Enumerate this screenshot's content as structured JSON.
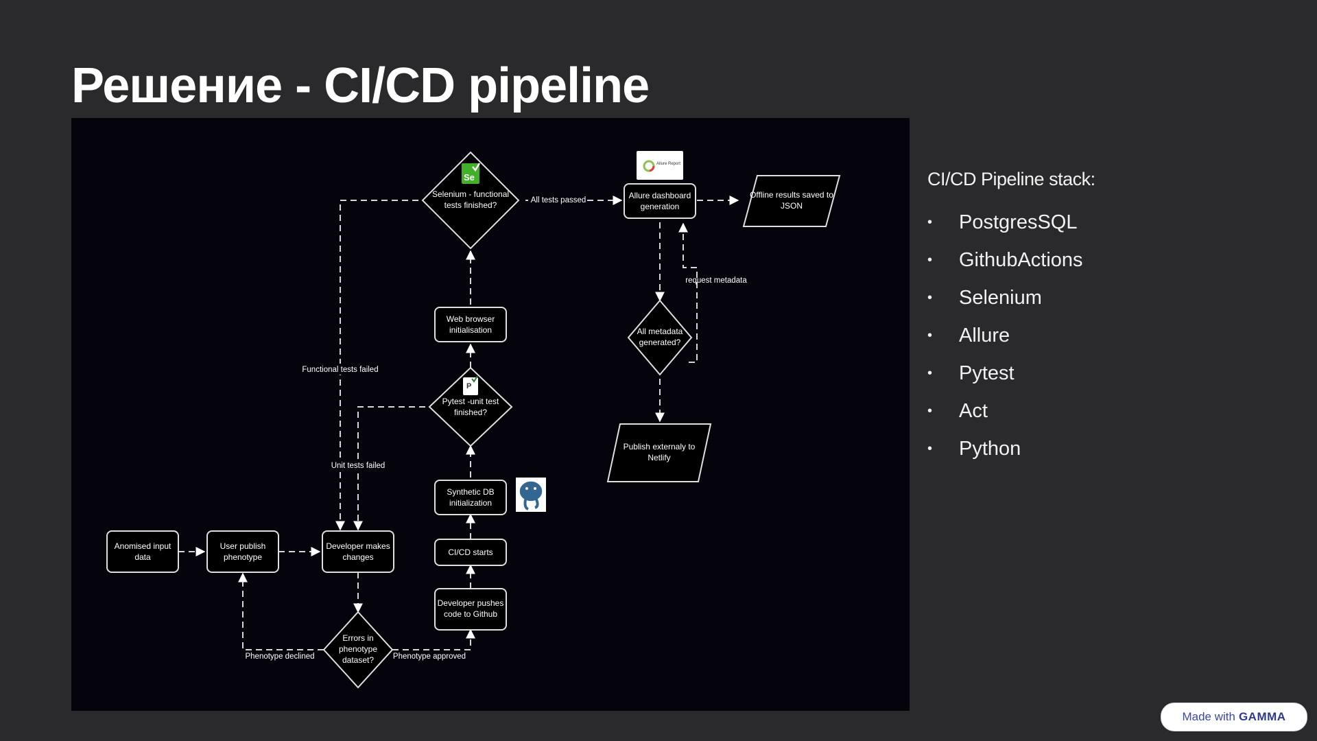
{
  "slide": {
    "title": "Решение - CI/CD pipeline"
  },
  "diagram": {
    "nodes": {
      "anomised": [
        "Anomised input",
        "data"
      ],
      "user_publish": [
        "User publish",
        "phenotype"
      ],
      "dev_changes": [
        "Developer makes",
        "changes"
      ],
      "errors": [
        "Errors in",
        "phenotype",
        "dataset?"
      ],
      "dev_pushes": [
        "Developer pushes",
        "code to Github"
      ],
      "cicd_starts": [
        "CI/CD starts"
      ],
      "synthetic_db": [
        "Synthetic DB",
        "initialization"
      ],
      "pytest": [
        "Pytest -unit test",
        "finished?"
      ],
      "web_browser": [
        "Web browser",
        "initialisation"
      ],
      "selenium": [
        "Selenium - functional",
        "tests finished?"
      ],
      "allure_dash": [
        "Allure dashboard",
        "generation"
      ],
      "offline": [
        "Offline results saved to",
        "JSON"
      ],
      "metadata": [
        "All metadata",
        "generated?"
      ],
      "publish": [
        "Publish externaly to",
        "Netlify"
      ]
    },
    "edge_labels": {
      "all_tests_passed": "All tests passed",
      "request_metadata": "request metadata",
      "functional_failed": "Functional tests failed",
      "unit_failed": "Unit tests failed",
      "phenotype_declined": "Phenotype declined",
      "phenotype_approved": "Phenotype approved"
    },
    "logos": {
      "selenium": "Se",
      "allure": "Allure Report",
      "pytest": "P",
      "postgres": "elephant"
    }
  },
  "stack": {
    "title": "CI/CD Pipeline stack:",
    "bullet": "•",
    "items": [
      "PostgresSQL",
      "GithubActions",
      "Selenium",
      "Allure",
      "Pytest",
      "Act",
      "Python"
    ]
  },
  "badge": {
    "prefix": "Made with",
    "brand": "GAMMA"
  }
}
